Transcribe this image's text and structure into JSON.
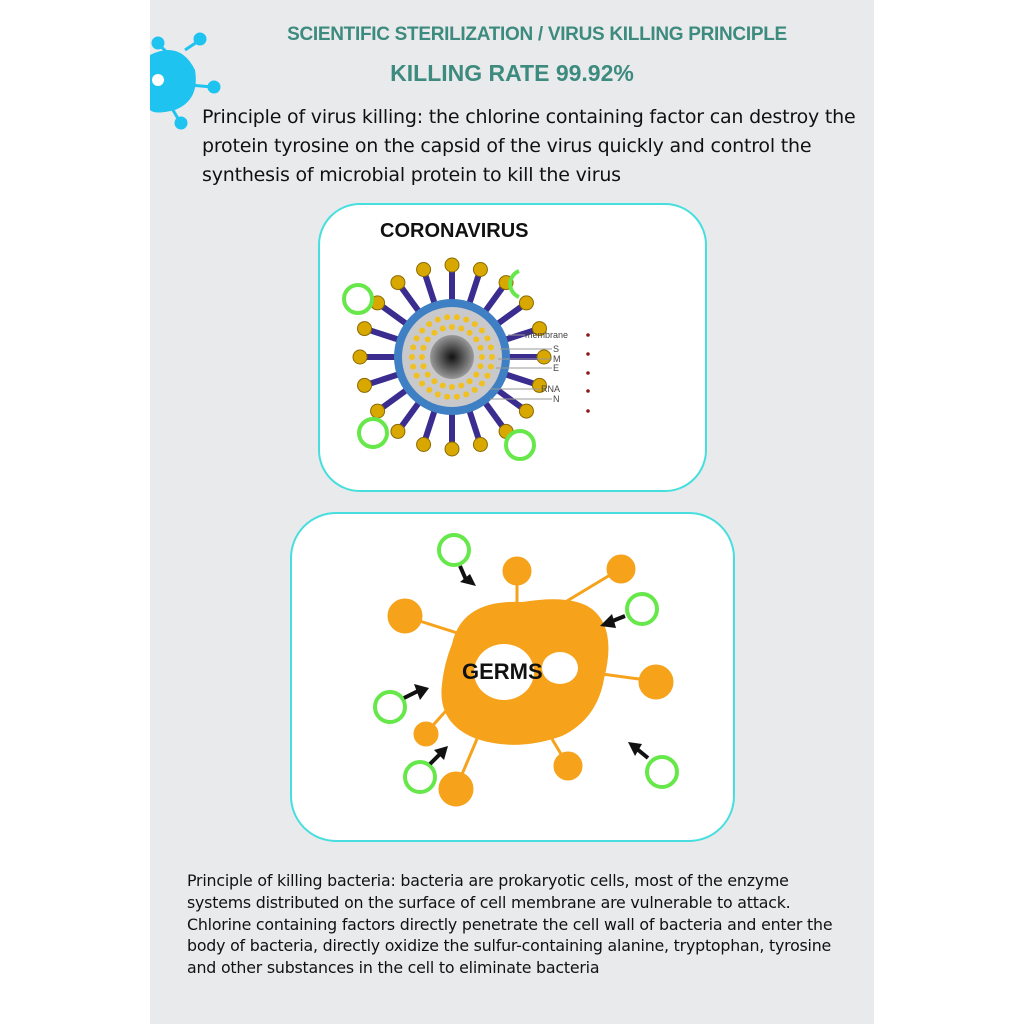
{
  "header": {
    "title": "SCIENTIFIC STERILIZATION / VIRUS KILLING PRINCIPLE",
    "subtitle": "KILLING RATE 99.92%"
  },
  "virus_principle": "Principle of virus killing: the chlorine containing factor can destroy the protein tyrosine on the capsid of the virus quickly and control the synthesis of microbial protein to kill the virus",
  "coronavirus_diagram": {
    "title": "CORONAVIRUS",
    "labels": [
      "membrane",
      "S",
      "M",
      "E",
      "RNA",
      "N"
    ]
  },
  "germs_diagram": {
    "label": "GERMS"
  },
  "bacteria_principle": "Principle of killing bacteria: bacteria are prokaryotic cells, most of the enzyme systems distributed on the surface of cell membrane are vulnerable to attack. Chlorine containing factors directly penetrate the cell wall of bacteria and enter the body of bacteria, directly oxidize the sulfur-containing alanine, tryptophan, tyrosine and other substances in the cell to eliminate bacteria",
  "colors": {
    "title": "#3d8a7e",
    "accent_cyan": "#46dede",
    "germ_orange": "#f6a21b",
    "ring_green": "#66e84a",
    "logo_blue": "#1fc3ef"
  }
}
